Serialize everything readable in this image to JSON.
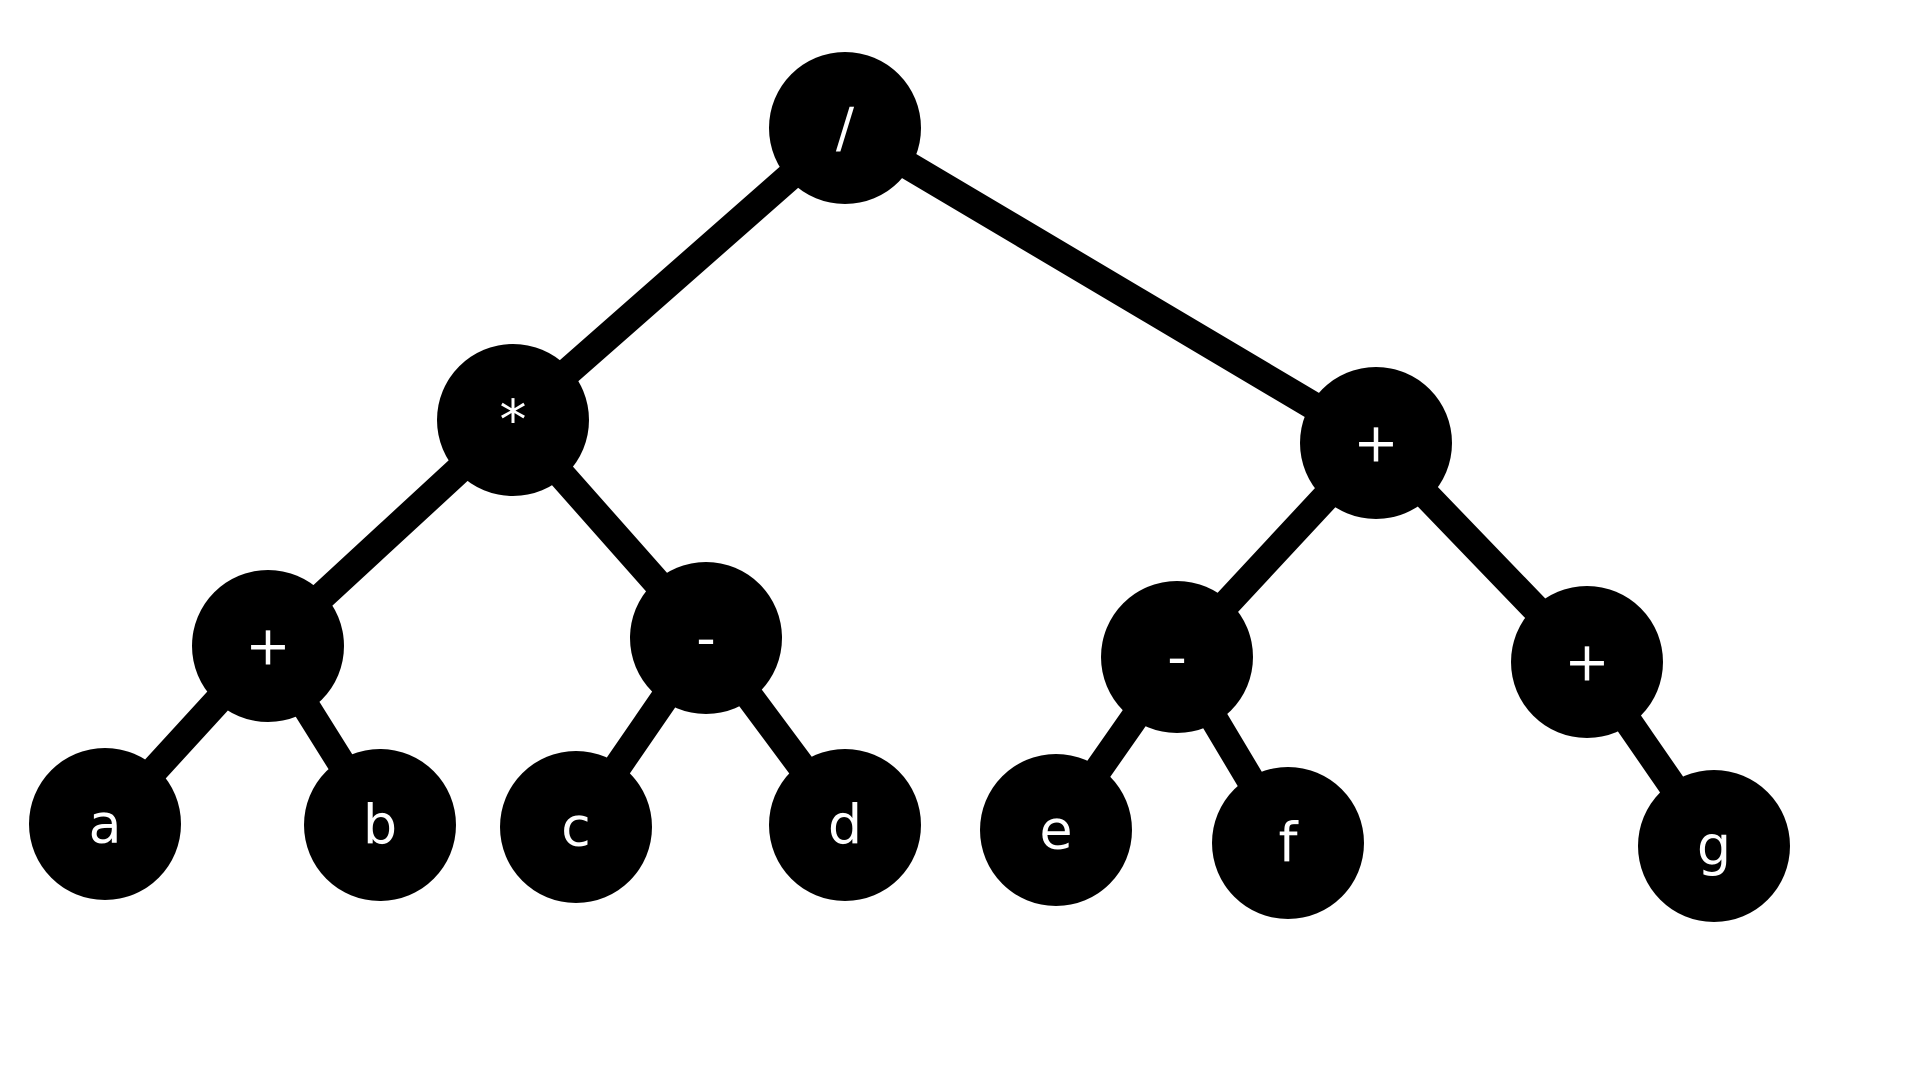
{
  "diagram": {
    "type": "expression-tree",
    "colors": {
      "background": "#ffffff",
      "node_fill": "#000000",
      "edge": "#000000",
      "label": "#ffffff"
    },
    "nodes": [
      {
        "id": "root",
        "label": "/"
      },
      {
        "id": "mul",
        "label": "*"
      },
      {
        "id": "plus_right",
        "label": "+"
      },
      {
        "id": "plus_ab",
        "label": "+"
      },
      {
        "id": "minus_cd",
        "label": "-"
      },
      {
        "id": "minus_ef",
        "label": "-"
      },
      {
        "id": "plus_g",
        "label": "+"
      },
      {
        "id": "a",
        "label": "a"
      },
      {
        "id": "b",
        "label": "b"
      },
      {
        "id": "c",
        "label": "c"
      },
      {
        "id": "d",
        "label": "d"
      },
      {
        "id": "e",
        "label": "e"
      },
      {
        "id": "f",
        "label": "f"
      },
      {
        "id": "g",
        "label": "g"
      }
    ],
    "edges": [
      {
        "from": "root",
        "to": "mul"
      },
      {
        "from": "root",
        "to": "plus_right"
      },
      {
        "from": "mul",
        "to": "plus_ab"
      },
      {
        "from": "mul",
        "to": "minus_cd"
      },
      {
        "from": "plus_ab",
        "to": "a"
      },
      {
        "from": "plus_ab",
        "to": "b"
      },
      {
        "from": "minus_cd",
        "to": "c"
      },
      {
        "from": "minus_cd",
        "to": "d"
      },
      {
        "from": "plus_right",
        "to": "minus_ef"
      },
      {
        "from": "plus_right",
        "to": "plus_g"
      },
      {
        "from": "minus_ef",
        "to": "e"
      },
      {
        "from": "minus_ef",
        "to": "f"
      },
      {
        "from": "plus_g",
        "to": "g"
      }
    ]
  }
}
